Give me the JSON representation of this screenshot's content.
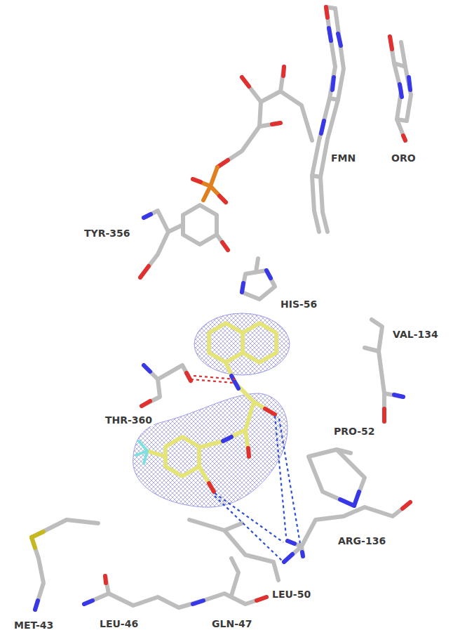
{
  "diagram": {
    "labels": [
      "TYR-356",
      "FMN",
      "ORO",
      "HIS-56",
      "VAL-134",
      "THR-360",
      "PRO-52",
      "ARG-136",
      "MET-43",
      "LEU-50",
      "LEU-46",
      "GLN-47"
    ]
  }
}
